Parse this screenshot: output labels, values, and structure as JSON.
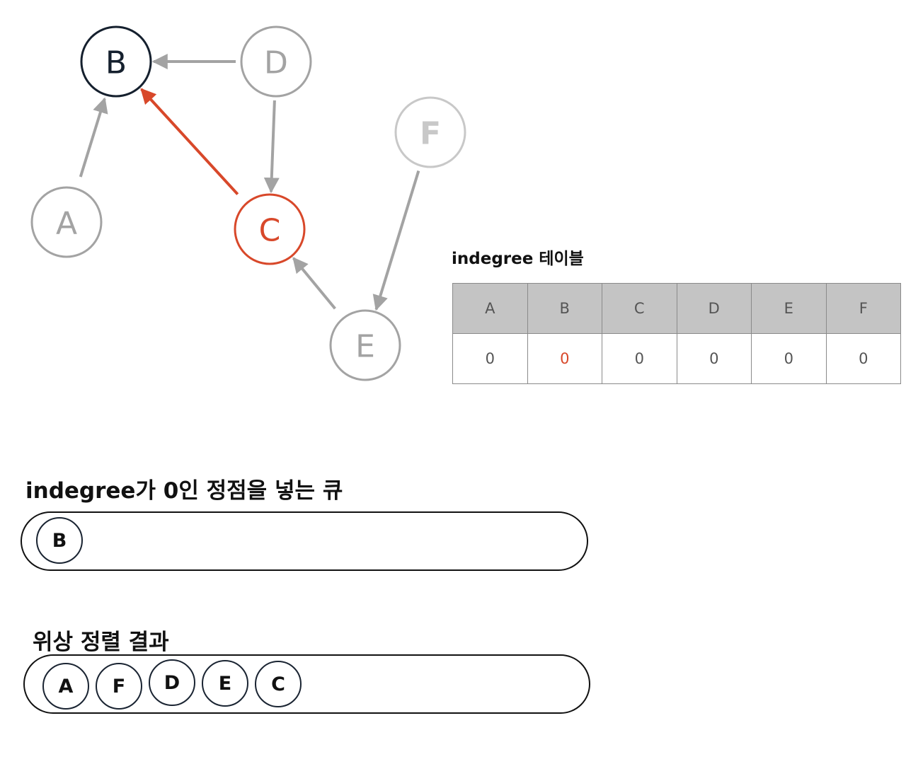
{
  "graph": {
    "nodes": [
      {
        "id": "B",
        "label": "B",
        "state": "visited"
      },
      {
        "id": "D",
        "label": "D",
        "state": "default"
      },
      {
        "id": "F",
        "label": "F",
        "state": "faded"
      },
      {
        "id": "A",
        "label": "A",
        "state": "default"
      },
      {
        "id": "C",
        "label": "C",
        "state": "active"
      },
      {
        "id": "E",
        "label": "E",
        "state": "default"
      }
    ],
    "edges": [
      {
        "from": "D",
        "to": "B",
        "state": "default"
      },
      {
        "from": "A",
        "to": "B",
        "state": "default"
      },
      {
        "from": "C",
        "to": "B",
        "state": "active"
      },
      {
        "from": "D",
        "to": "C",
        "state": "default"
      },
      {
        "from": "E",
        "to": "C",
        "state": "default"
      },
      {
        "from": "F",
        "to": "E",
        "state": "default"
      }
    ]
  },
  "indegree_table": {
    "title": "indegree 테이블",
    "headers": [
      "A",
      "B",
      "C",
      "D",
      "E",
      "F"
    ],
    "values": [
      "0",
      "0",
      "0",
      "0",
      "0",
      "0"
    ],
    "highlight_index": 1
  },
  "queue": {
    "title": "indegree가 0인 정점을 넣는 큐",
    "items": [
      "B"
    ]
  },
  "result": {
    "title": "위상 정렬 결과",
    "items": [
      "A",
      "F",
      "D",
      "E",
      "C"
    ]
  },
  "colors": {
    "default": "#a3a3a3",
    "faded": "#c8c8c8",
    "visited": "#15202e",
    "active": "#d8482a",
    "header_bg": "#c4c4c4"
  }
}
